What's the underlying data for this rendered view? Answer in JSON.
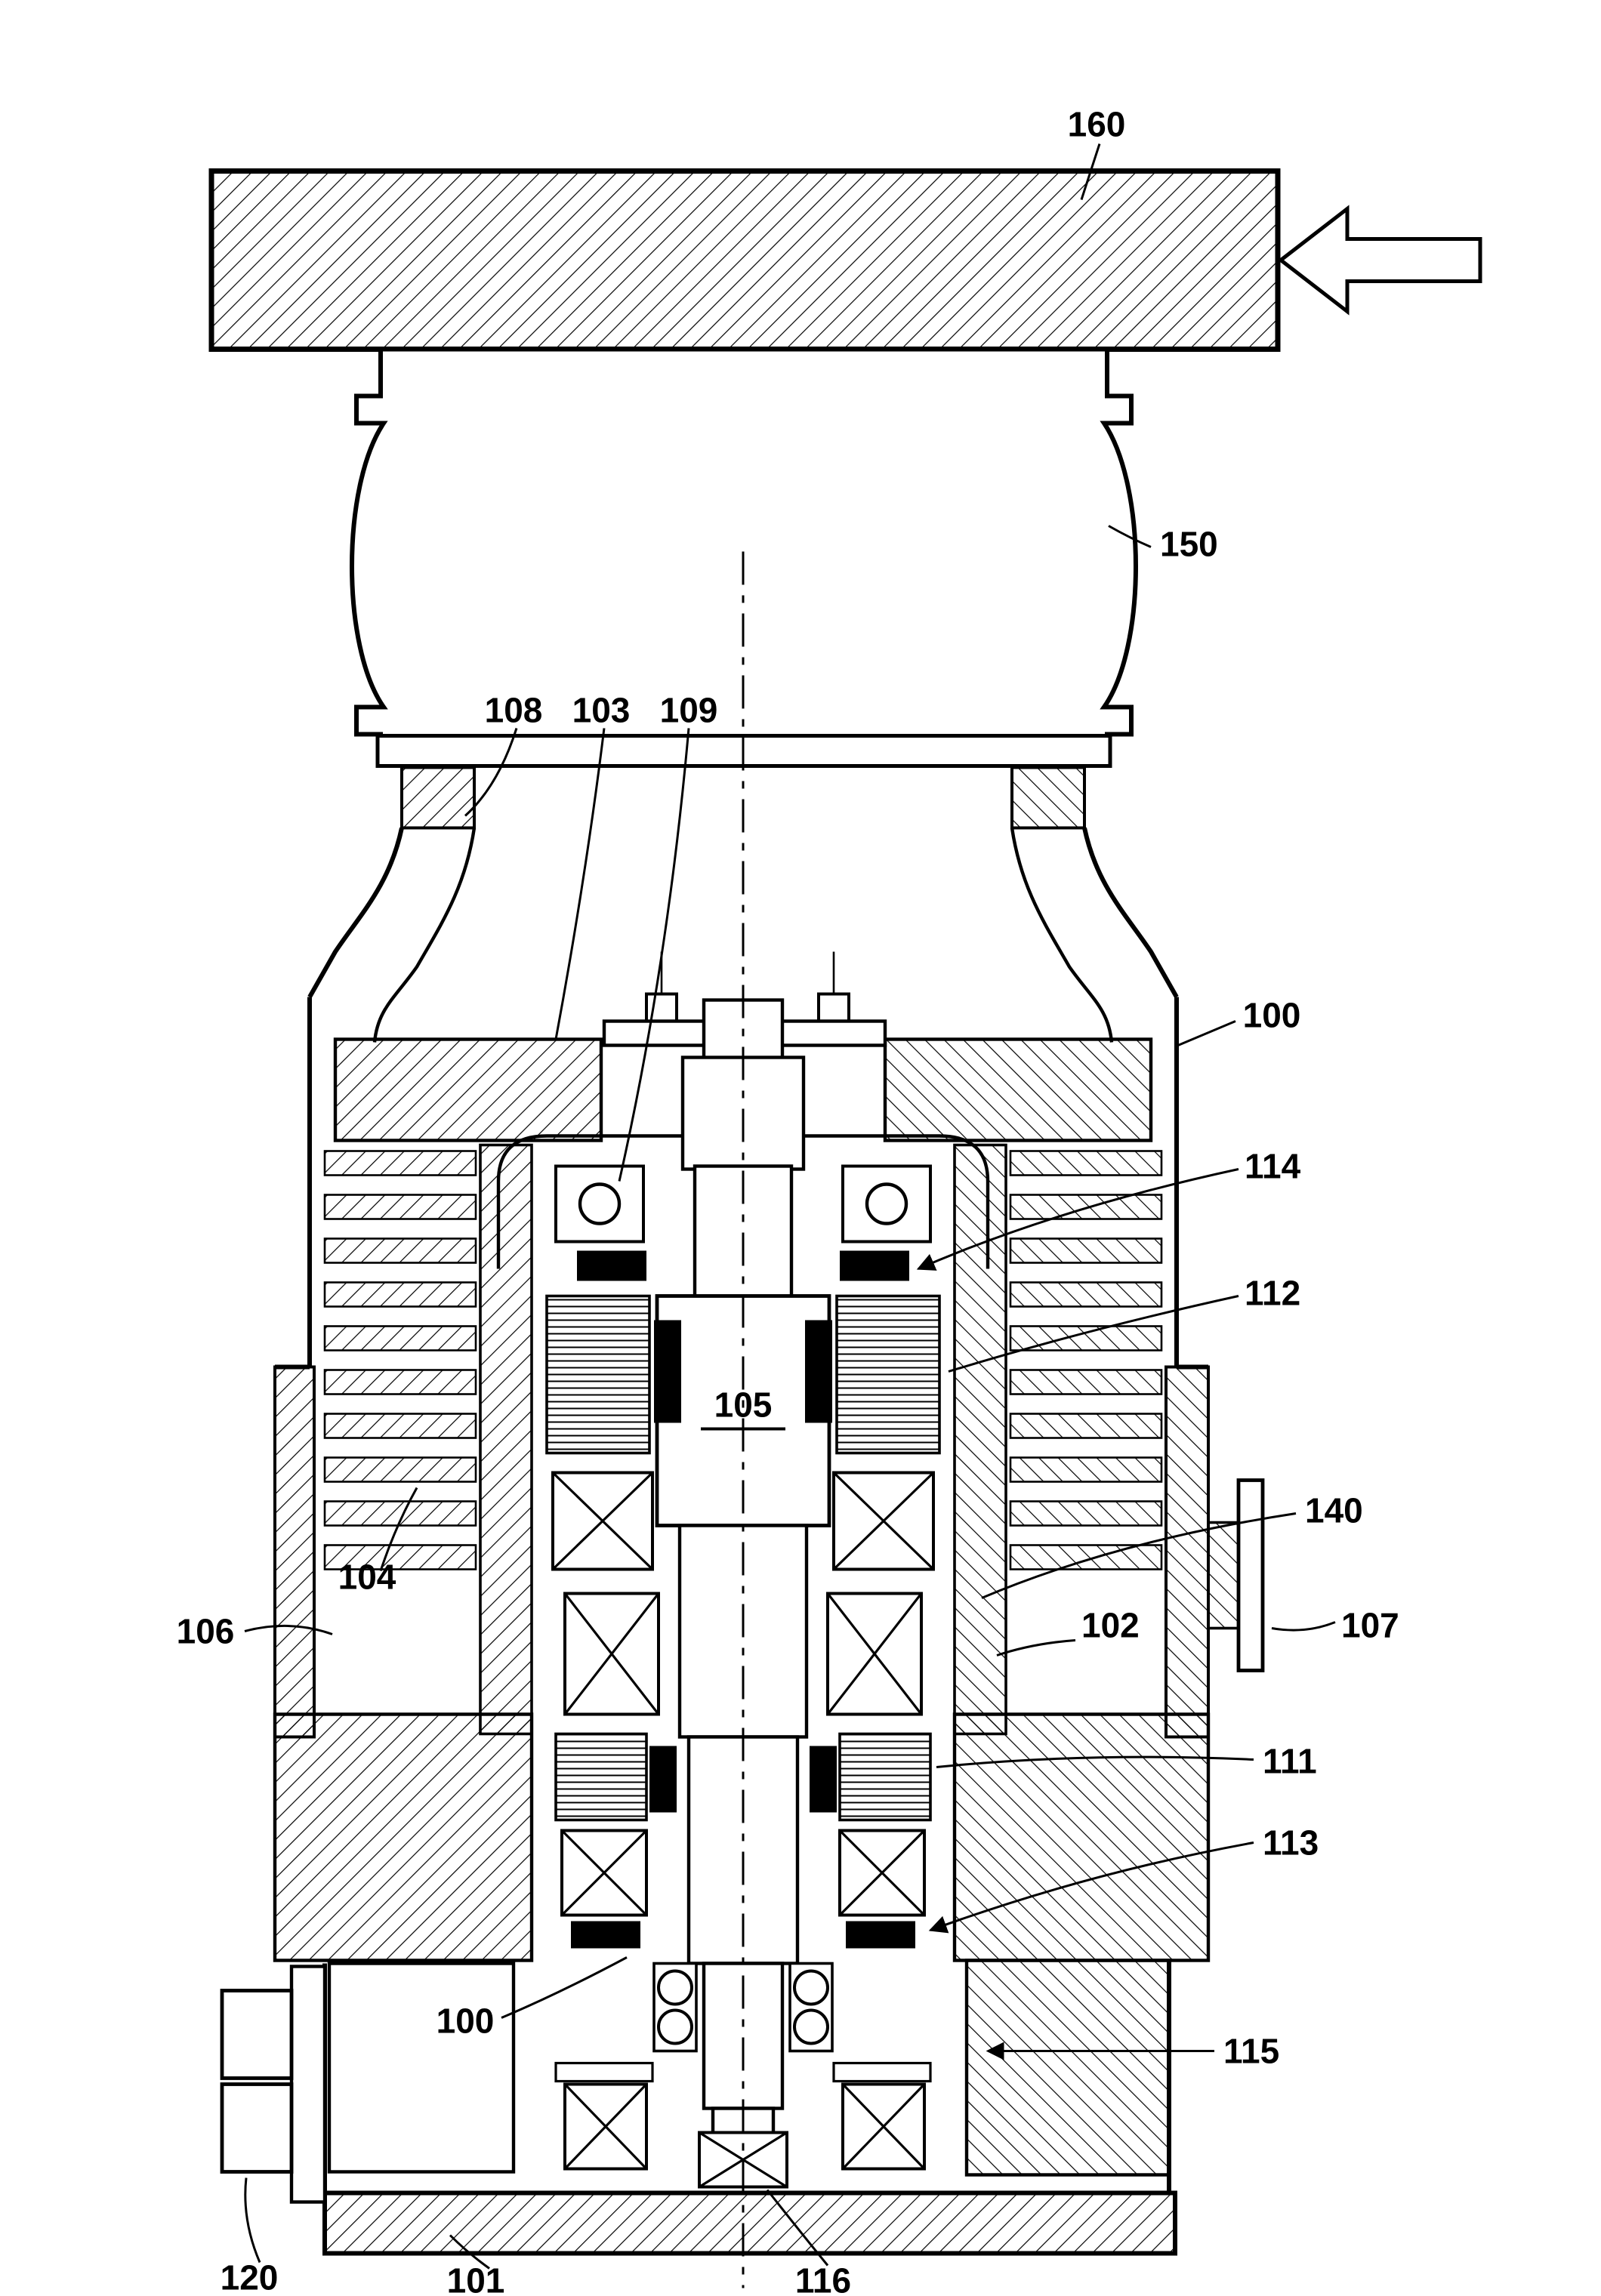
{
  "drawing": {
    "kind": "patent-sectional-view",
    "description": "Cross-section of a vertical motor-driven pump assembly with cooling fins, bellows coupling and inlet duct",
    "flow_direction": "left",
    "reference_numerals": [
      "100",
      "101",
      "102",
      "103",
      "104",
      "105",
      "106",
      "107",
      "108",
      "109",
      "111",
      "112",
      "113",
      "114",
      "115",
      "116",
      "120",
      "140",
      "150",
      "160"
    ]
  },
  "labels": {
    "n100": "100",
    "n101": "101",
    "n102": "102",
    "n103": "103",
    "n104": "104",
    "n105": "105",
    "n106": "106",
    "n107": "107",
    "n108": "108",
    "n109": "109",
    "n111": "111",
    "n112": "112",
    "n113": "113",
    "n114": "114",
    "n115": "115",
    "n116": "116",
    "n120": "120",
    "n140": "140",
    "n150": "150",
    "n160": "160"
  },
  "colors": {
    "ink": "#000000",
    "paper": "#ffffff"
  }
}
